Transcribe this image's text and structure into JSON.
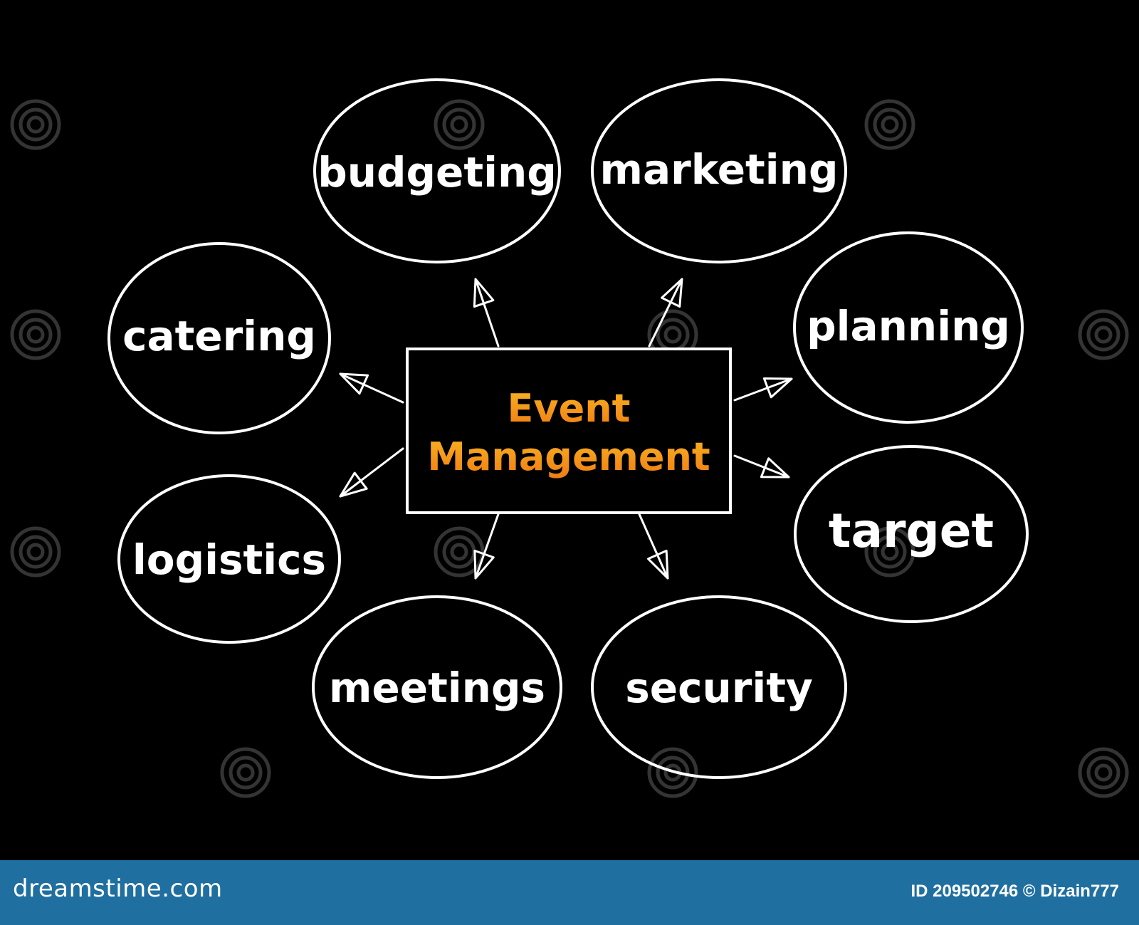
{
  "diagram": {
    "center": {
      "line1": "Event",
      "line2": "Management"
    },
    "nodes": [
      {
        "id": "budgeting",
        "label": "budgeting"
      },
      {
        "id": "marketing",
        "label": "marketing"
      },
      {
        "id": "catering",
        "label": "catering"
      },
      {
        "id": "planning",
        "label": "planning"
      },
      {
        "id": "logistics",
        "label": "logistics"
      },
      {
        "id": "target",
        "label": "target"
      },
      {
        "id": "meetings",
        "label": "meetings"
      },
      {
        "id": "security",
        "label": "security"
      }
    ]
  },
  "footer": {
    "logo_text": "dreamstime.com",
    "credit": "ID 209502746 © Dizain777"
  },
  "colors": {
    "background": "#000000",
    "outline": "#ffffff",
    "accent_top": "#f6a21a",
    "accent_bottom": "#f07a13",
    "footer": "#1f6fa0"
  },
  "watermark": "dreamstime"
}
